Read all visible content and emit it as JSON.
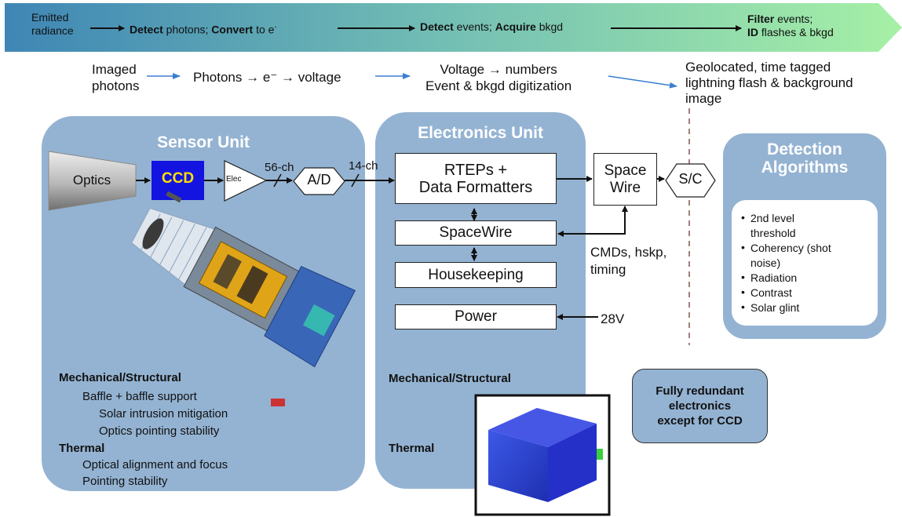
{
  "banner": {
    "emitted_radiance": "Emitted\nradiance",
    "step1_b1": "Detect",
    "step1_t1": " photons; ",
    "step1_b2": "Convert",
    "step1_t2": " to e",
    "step2_b1": "Detect",
    "step2_t1": " events; ",
    "step2_b2": "Acquire",
    "step2_t2": " bkgd",
    "step3_b1": "Filter",
    "step3_t1": " events;",
    "step3_b2": "ID",
    "step3_t2": " flashes & bkgd"
  },
  "stages": {
    "imaged_photons": "Imaged\nphotons",
    "photons_voltage": "Photons → e⁻ → voltage",
    "voltage_numbers": "Voltage → numbers\nEvent & bkgd digitization",
    "geolocated": "Geolocated, time tagged\nlightning flash & background\nimage"
  },
  "sensor_unit": {
    "title": "Sensor Unit",
    "optics": "Optics",
    "ccd": "CCD",
    "elec": "Elec",
    "ch56": "56-ch",
    "ad": "A/D",
    "mech_heading": "Mechanical/Structural",
    "mech_items": [
      "Baffle + baffle support",
      "Solar intrusion mitigation",
      "Optics pointing stability"
    ],
    "thermal_heading": "Thermal",
    "thermal_items": [
      "Optical alignment and focus",
      "Pointing stability"
    ]
  },
  "link": {
    "ch14": "14-ch"
  },
  "electronics_unit": {
    "title": "Electronics Unit",
    "rteps": "RTEPs +\nData Formatters",
    "spacewire": "SpaceWire",
    "housekeeping": "Housekeeping",
    "power": "Power",
    "mech_heading": "Mechanical/Structural",
    "thermal_heading": "Thermal"
  },
  "spacecraft": {
    "space_wire": "Space\nWire",
    "sc": "S/C",
    "cmds": "CMDs, hskp,\ntiming",
    "v28": "28V"
  },
  "detection": {
    "title": "Detection\nAlgorithms",
    "items": [
      "2nd level\nthreshold",
      "Coherency (shot\nnoise)",
      "Radiation",
      "Contrast",
      "Solar glint"
    ]
  },
  "redundancy_note": "Fully redundant\nelectronics\nexcept for CCD",
  "colors": {
    "unit_fill": "#94b3d2",
    "ccd_fill": "#1414e0",
    "ccd_text": "#ffe000",
    "banner_start": "#3f86b5",
    "banner_end": "#a6f0a6",
    "stage_arrow": "#3a7fd0",
    "dashed_line": "#a0807a"
  }
}
